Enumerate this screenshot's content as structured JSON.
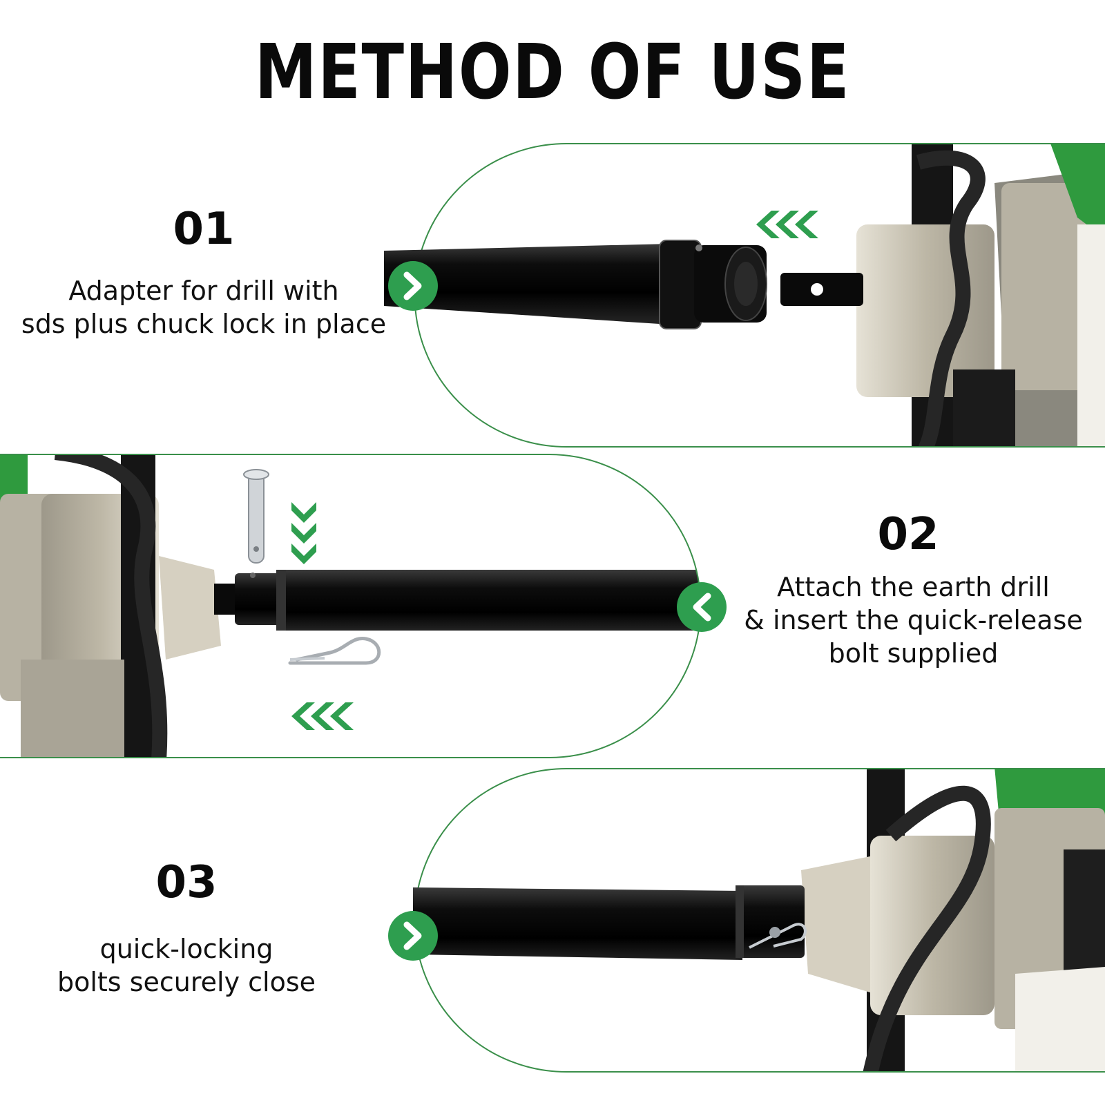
{
  "title": "METHOD OF USE",
  "colors": {
    "accent": "#2e9e4f",
    "outline": "#3a8f4a",
    "tube": "#111111",
    "metal": "#c9c4b5"
  },
  "steps": [
    {
      "number": "01",
      "lines": [
        "Adapter for drill with",
        "sds plus chuck lock in place"
      ],
      "icons": [
        "chevron-right-badge-icon",
        "triple-chevron-left-icon"
      ]
    },
    {
      "number": "02",
      "lines": [
        "Attach the earth drill",
        "& insert the quick-release",
        "bolt supplied"
      ],
      "icons": [
        "chevron-left-badge-icon",
        "triple-chevron-down-icon",
        "triple-chevron-left-icon"
      ]
    },
    {
      "number": "03",
      "lines": [
        "quick-locking",
        "bolts securely close"
      ],
      "icons": [
        "chevron-right-badge-icon"
      ]
    }
  ]
}
